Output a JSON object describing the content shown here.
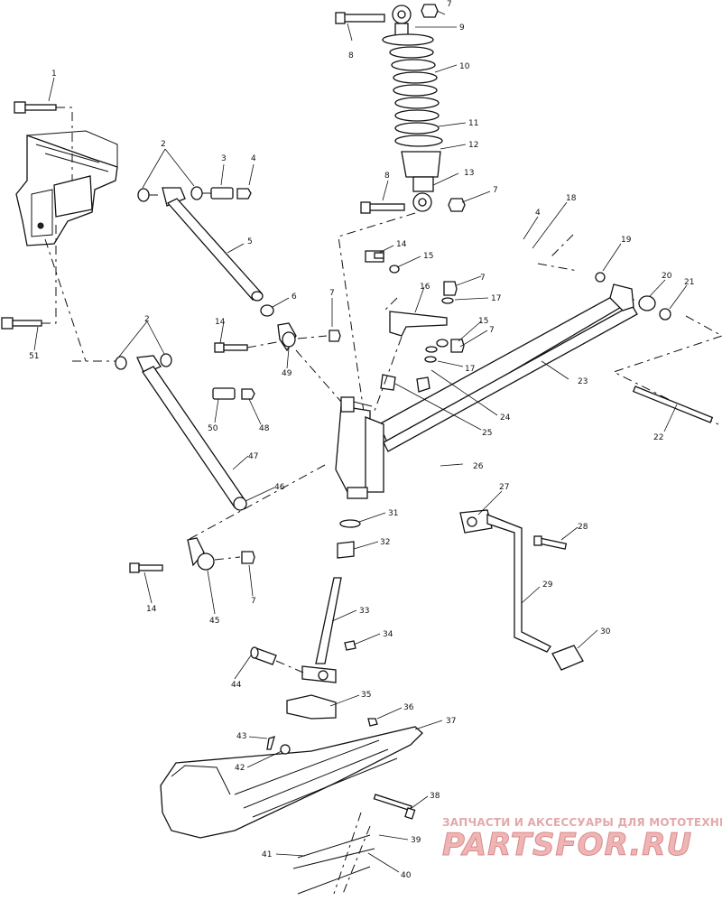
{
  "watermark": {
    "top_text": "ЗАПЧАСТИ И АКСЕССУАРЫ ДЛЯ МОТОТЕХНИКИ",
    "logo_text": "PARTSFOR.RU"
  },
  "callouts": [
    {
      "id": "c1",
      "text": "1"
    },
    {
      "id": "c2a",
      "text": "2"
    },
    {
      "id": "c3",
      "text": "3"
    },
    {
      "id": "c4a",
      "text": "4"
    },
    {
      "id": "c5",
      "text": "5"
    },
    {
      "id": "c6",
      "text": "6"
    },
    {
      "id": "c7a",
      "text": "7"
    },
    {
      "id": "c8a",
      "text": "8"
    },
    {
      "id": "c9",
      "text": "9"
    },
    {
      "id": "c10",
      "text": "10"
    },
    {
      "id": "c11",
      "text": "11"
    },
    {
      "id": "c12",
      "text": "12"
    },
    {
      "id": "c13",
      "text": "13"
    },
    {
      "id": "c8b",
      "text": "8"
    },
    {
      "id": "c7b",
      "text": "7"
    },
    {
      "id": "c14a",
      "text": "14"
    },
    {
      "id": "c15a",
      "text": "15"
    },
    {
      "id": "c7c",
      "text": "7"
    },
    {
      "id": "c16",
      "text": "16"
    },
    {
      "id": "c17a",
      "text": "17"
    },
    {
      "id": "c15b",
      "text": "15"
    },
    {
      "id": "c7d",
      "text": "7"
    },
    {
      "id": "c17b",
      "text": "17"
    },
    {
      "id": "c4b",
      "text": "4"
    },
    {
      "id": "c18",
      "text": "18"
    },
    {
      "id": "c19",
      "text": "19"
    },
    {
      "id": "c20",
      "text": "20"
    },
    {
      "id": "c21",
      "text": "21"
    },
    {
      "id": "c23",
      "text": "23"
    },
    {
      "id": "c22",
      "text": "22"
    },
    {
      "id": "c24",
      "text": "24"
    },
    {
      "id": "c25",
      "text": "25"
    },
    {
      "id": "c26",
      "text": "26"
    },
    {
      "id": "c27",
      "text": "27"
    },
    {
      "id": "c28",
      "text": "28"
    },
    {
      "id": "c29",
      "text": "29"
    },
    {
      "id": "c30",
      "text": "30"
    },
    {
      "id": "c7e",
      "text": "7"
    },
    {
      "id": "c14b",
      "text": "14"
    },
    {
      "id": "c49",
      "text": "49"
    },
    {
      "id": "c2b",
      "text": "2"
    },
    {
      "id": "c50",
      "text": "50"
    },
    {
      "id": "c48",
      "text": "48"
    },
    {
      "id": "c47",
      "text": "47"
    },
    {
      "id": "c46",
      "text": "46"
    },
    {
      "id": "c51",
      "text": "51"
    },
    {
      "id": "c14c",
      "text": "14"
    },
    {
      "id": "c45",
      "text": "45"
    },
    {
      "id": "c7f",
      "text": "7"
    },
    {
      "id": "c31",
      "text": "31"
    },
    {
      "id": "c32",
      "text": "32"
    },
    {
      "id": "c33",
      "text": "33"
    },
    {
      "id": "c34",
      "text": "34"
    },
    {
      "id": "c44",
      "text": "44"
    },
    {
      "id": "c35",
      "text": "35"
    },
    {
      "id": "c36",
      "text": "36"
    },
    {
      "id": "c37",
      "text": "37"
    },
    {
      "id": "c43",
      "text": "43"
    },
    {
      "id": "c42",
      "text": "42"
    },
    {
      "id": "c38",
      "text": "38"
    },
    {
      "id": "c39",
      "text": "39"
    },
    {
      "id": "c41",
      "text": "41"
    },
    {
      "id": "c40",
      "text": "40"
    }
  ]
}
